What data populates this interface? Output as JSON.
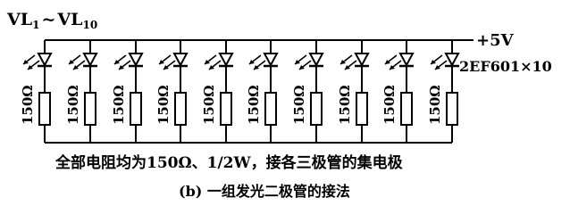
{
  "label_main": "VL",
  "label_sub1": "1",
  "label_tilde": "~",
  "label_sub2": "10",
  "supply_label": "+5V",
  "part_label": "2EF601×10",
  "resistor_labels": [
    "150Ω",
    "150Ω",
    "150Ω",
    "150Ω",
    "150Ω",
    "150Ω",
    "150Ω",
    "150Ω",
    "150Ω",
    "150Ω"
  ],
  "note_text": "全部电阻均为150Ω、1/2W，接各三极管的集电极",
  "caption_text": "(b) 一组发光二极管的接法"
}
